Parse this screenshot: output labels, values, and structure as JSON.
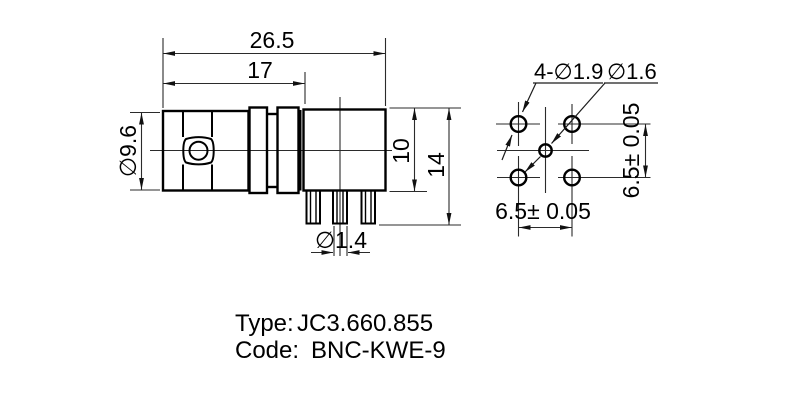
{
  "side_view": {
    "dims": {
      "overall_length": "26.5",
      "front_section_length": "17",
      "coupling_nut_diameter": "∅9.6",
      "body_height": "10",
      "overall_height": "14",
      "pin_diameter": "∅1.4"
    }
  },
  "footprint": {
    "dims": {
      "mounting_holes": "4-∅1.9",
      "center_hole": "∅1.6",
      "hole_pitch_horizontal": "6.5± 0.05",
      "hole_pitch_vertical": "6.5± 0.05"
    }
  },
  "title_block": {
    "type_label": "Type:",
    "type_value": "JC3.660.855",
    "code_label": "Code:",
    "code_value": "BNC-KWE-9"
  },
  "colors": {
    "line": "#000000",
    "thin_line": "#2b2b2b",
    "background": "#ffffff"
  }
}
